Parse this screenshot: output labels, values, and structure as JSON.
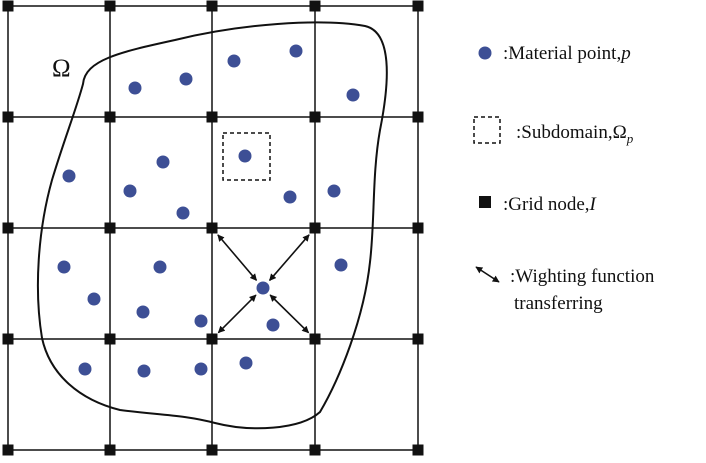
{
  "domain_symbol": "Ω",
  "colors": {
    "material_point": "#3d4f95",
    "grid": "#111111",
    "node": "#111111"
  },
  "grid": {
    "x_lines": [
      8,
      110,
      212,
      315,
      418
    ],
    "y_lines": [
      6,
      117,
      228,
      339,
      450
    ]
  },
  "material_points": [
    [
      135,
      88
    ],
    [
      186,
      79
    ],
    [
      234,
      61
    ],
    [
      296,
      51
    ],
    [
      353,
      95
    ],
    [
      245,
      156
    ],
    [
      163,
      162
    ],
    [
      69,
      176
    ],
    [
      130,
      191
    ],
    [
      183,
      213
    ],
    [
      290,
      197
    ],
    [
      334,
      191
    ],
    [
      64,
      267
    ],
    [
      160,
      267
    ],
    [
      94,
      299
    ],
    [
      143,
      312
    ],
    [
      201,
      321
    ],
    [
      263,
      288
    ],
    [
      341,
      265
    ],
    [
      273,
      325
    ],
    [
      85,
      369
    ],
    [
      144,
      371
    ],
    [
      201,
      369
    ],
    [
      246,
      363
    ]
  ],
  "arrow_center": [
    263,
    288
  ],
  "legend": {
    "material_point": {
      "prefix": ":Material point,",
      "symbol": "p"
    },
    "subdomain": {
      "prefix": ":Subdomain,",
      "symbol": "Ω",
      "subscript": "p"
    },
    "grid_node": {
      "prefix": ":Grid node,",
      "symbol": "I"
    },
    "weighting": {
      "line1": ":Wighting function",
      "line2": "transferring"
    }
  }
}
